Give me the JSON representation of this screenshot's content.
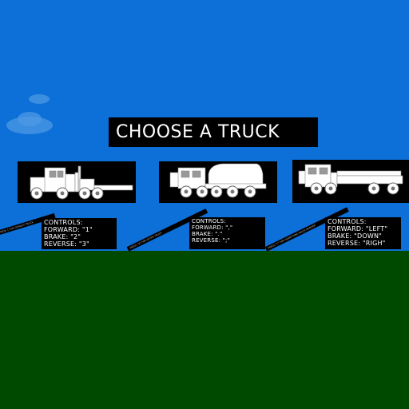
{
  "title": "CHOOSE A TRUCK",
  "trucks": [
    {
      "icon": "semi-tractor-truck-icon",
      "controls_header": "CONTROLS:",
      "forward": "FORWARD: \"1\"",
      "brake": "BRAKE: \"2\"",
      "reverse": "REVERSE: \"3\"",
      "bar_label": "PRESS 1 FOR DEFAULT TRUCK"
    },
    {
      "icon": "military-cargo-truck-icon",
      "controls_header": "CONTROLS:",
      "forward": "FORWARD: \",\"",
      "brake": "BRAKE: \".\"",
      "reverse": "REVERSE: \";\"",
      "bar_label": "PRESS \"B\" FOR EXTRA TRUCK"
    },
    {
      "icon": "heavy-flatbed-truck-icon",
      "controls_header": "CONTROLS:",
      "forward": "FORWARD: \"LEFT\"",
      "brake": "BRAKE: \"DOWN\"",
      "reverse": "REVERSE: \"RIGH\"",
      "bar_label": "PRESS \"C\" FOR SOMETHING MUCH HEAVIER"
    }
  ],
  "colors": {
    "sky": "#0d6fd8",
    "ground": "#004a00",
    "panel": "#000000",
    "text": "#ffffff"
  }
}
